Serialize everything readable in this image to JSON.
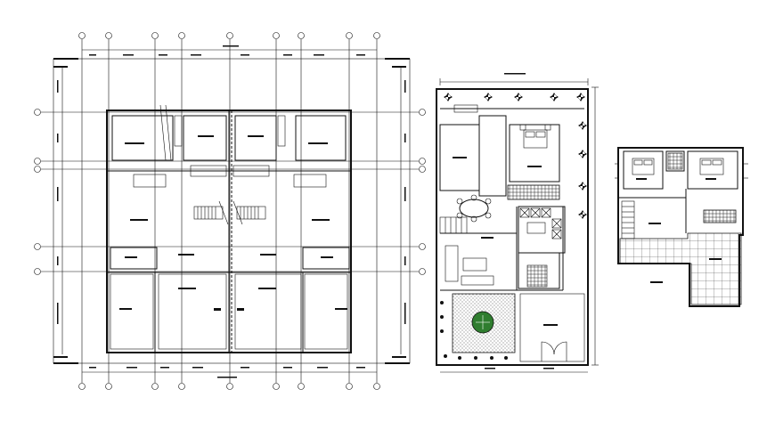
{
  "drawing": {
    "background": "#ffffff",
    "line_color": "#111111",
    "tree_color": "#2f7d2f",
    "views": [
      {
        "id": "twin-house-plan"
      },
      {
        "id": "ground-floor-plan"
      },
      {
        "id": "first-floor-plan"
      }
    ]
  }
}
